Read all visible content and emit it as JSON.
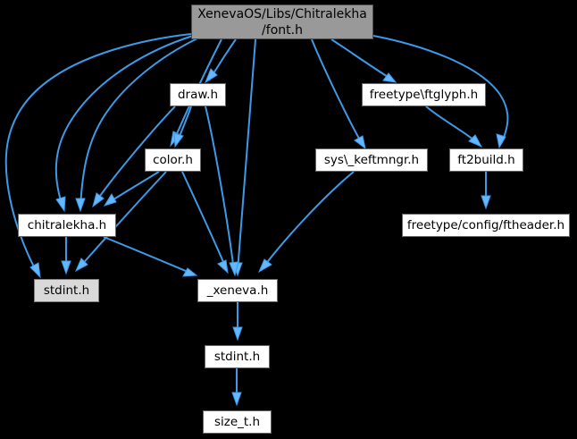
{
  "diagram": {
    "type": "include-dependency-graph",
    "background_color": "#000000",
    "edge_color": "#3d9ae8",
    "arrow_color": "#63b8ff",
    "nodes": [
      {
        "id": "root",
        "label": "XenevaOS/Libs/Chitralekha\n/font.h",
        "fill": "#999999"
      },
      {
        "id": "draw",
        "label": "draw.h",
        "fill": "#ffffff"
      },
      {
        "id": "ftglyph",
        "label": "freetype\\ftglyph.h",
        "fill": "#ffffff"
      },
      {
        "id": "color",
        "label": "color.h",
        "fill": "#ffffff"
      },
      {
        "id": "keftmngr",
        "label": "sys\\_keftmngr.h",
        "fill": "#ffffff"
      },
      {
        "id": "ft2build",
        "label": "ft2build.h",
        "fill": "#ffffff"
      },
      {
        "id": "chitralekha",
        "label": "chitralekha.h",
        "fill": "#ffffff"
      },
      {
        "id": "ftheader",
        "label": "freetype/config/ftheader.h",
        "fill": "#ffffff"
      },
      {
        "id": "stdint1",
        "label": "stdint.h",
        "fill": "#d9d9d9"
      },
      {
        "id": "xeneva",
        "label": "_xeneva.h",
        "fill": "#ffffff"
      },
      {
        "id": "stdint2",
        "label": "stdint.h",
        "fill": "#ffffff"
      },
      {
        "id": "sizet",
        "label": "size_t.h",
        "fill": "#ffffff"
      }
    ],
    "edges": [
      {
        "from": "root",
        "to": "draw"
      },
      {
        "from": "root",
        "to": "color"
      },
      {
        "from": "root",
        "to": "chitralekha"
      },
      {
        "from": "root",
        "to": "chitralekha"
      },
      {
        "from": "root",
        "to": "stdint1"
      },
      {
        "from": "root",
        "to": "xeneva"
      },
      {
        "from": "root",
        "to": "keftmngr"
      },
      {
        "from": "root",
        "to": "ftglyph"
      },
      {
        "from": "root",
        "to": "ft2build"
      },
      {
        "from": "draw",
        "to": "color"
      },
      {
        "from": "draw",
        "to": "chitralekha"
      },
      {
        "from": "draw",
        "to": "xeneva"
      },
      {
        "from": "color",
        "to": "chitralekha"
      },
      {
        "from": "color",
        "to": "stdint1"
      },
      {
        "from": "color",
        "to": "xeneva"
      },
      {
        "from": "chitralekha",
        "to": "stdint1"
      },
      {
        "from": "chitralekha",
        "to": "xeneva"
      },
      {
        "from": "keftmngr",
        "to": "xeneva"
      },
      {
        "from": "ftglyph",
        "to": "ft2build"
      },
      {
        "from": "ft2build",
        "to": "ftheader"
      },
      {
        "from": "xeneva",
        "to": "stdint2"
      },
      {
        "from": "stdint2",
        "to": "sizet"
      }
    ]
  }
}
